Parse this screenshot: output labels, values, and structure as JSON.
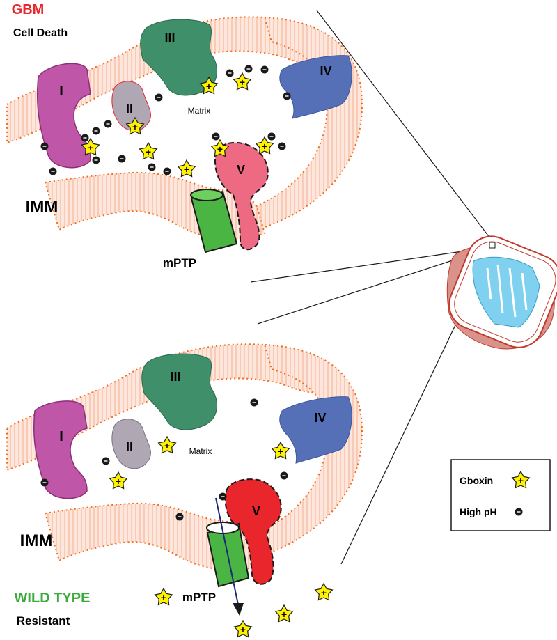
{
  "top_panel": {
    "title": "GBM",
    "subtitle": "Cell Death",
    "membrane_label": "IMM",
    "matrix_label": "Matrix",
    "pore_label": "mPTP",
    "complexes": [
      "I",
      "II",
      "III",
      "IV",
      "V"
    ]
  },
  "bottom_panel": {
    "title": "WILD TYPE",
    "subtitle": "Resistant",
    "membrane_label": "IMM",
    "matrix_label": "Matrix",
    "pore_label": "mPTP",
    "complexes": [
      "I",
      "II",
      "III",
      "IV",
      "V"
    ]
  },
  "legend": {
    "gboxin_label": "Gboxin",
    "high_ph_label": "High pH"
  },
  "symbols": {
    "plus": "+",
    "minus": "−"
  },
  "colors": {
    "gbm_title": "#e8262b",
    "wild_type_title": "#3aaa3a",
    "membrane_outline": "#f26a1b",
    "membrane_fill": "#fde3d8",
    "complex_I": "#c056a8",
    "complex_II": "#b0a7b5",
    "complex_III": "#3f8f6b",
    "complex_IV": "#5670b8",
    "complex_V_gbm": "#ee6a82",
    "complex_V_wt": "#e8262b",
    "mptp": "#4bb543",
    "gboxin_star": "#fff200",
    "mito_inner": "#7fd1ef",
    "mito_outer": "#d9938a"
  }
}
